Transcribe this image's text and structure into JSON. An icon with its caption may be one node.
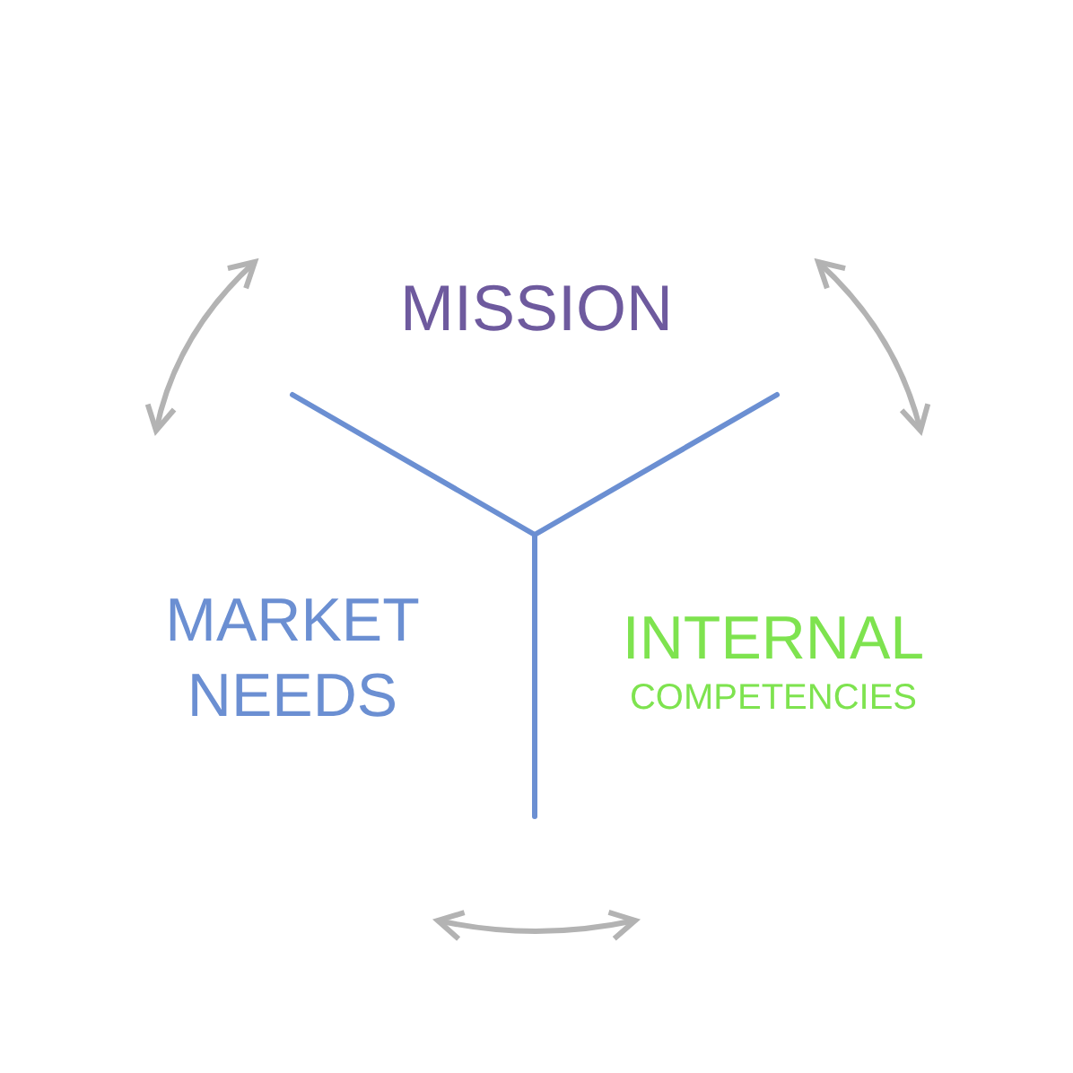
{
  "diagram": {
    "nodes": [
      {
        "text": [
          "MISSION"
        ]
      },
      {
        "text": [
          "MARKET NEEDS"
        ]
      },
      {
        "text": [
          "INTERNAL",
          "COMPETENCIES"
        ]
      }
    ]
  }
}
